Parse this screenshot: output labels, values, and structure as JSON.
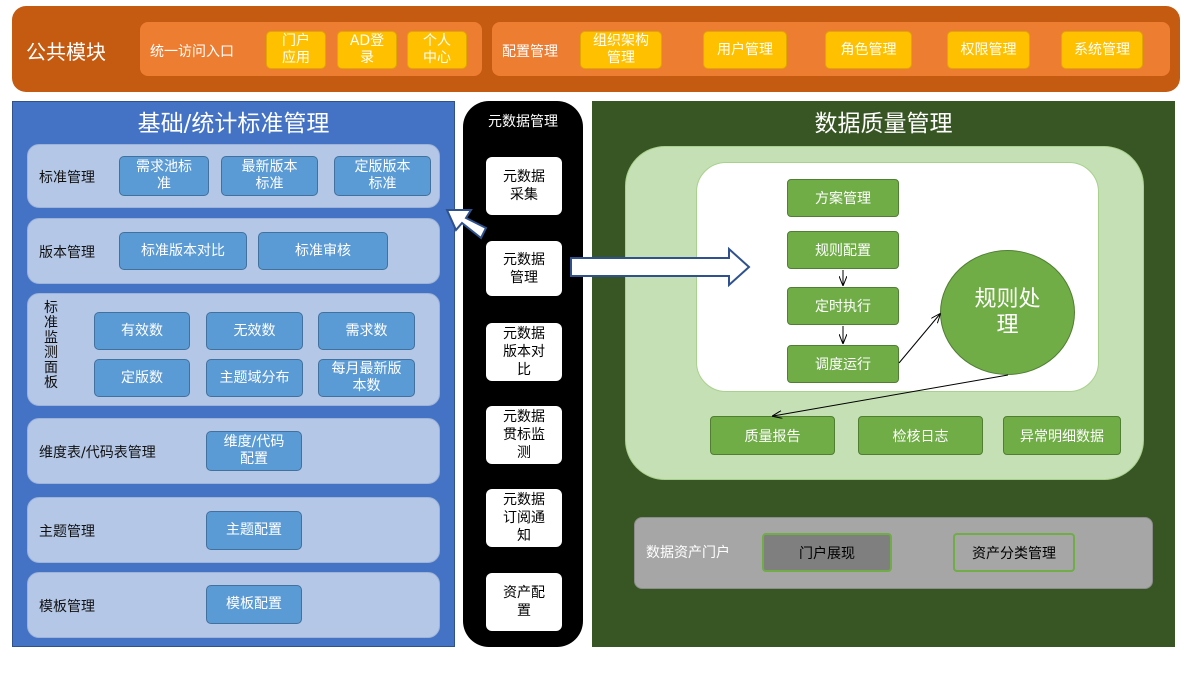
{
  "public_module": {
    "title": "公共模块",
    "access": {
      "label": "统一访问入口",
      "buttons": [
        "门户\n应用",
        "AD登\n录",
        "个人\n中心"
      ]
    },
    "config": {
      "label": "配置管理",
      "buttons": [
        "组织架构\n管理",
        "用户管理",
        "角色管理",
        "权限管理",
        "系统管理"
      ]
    }
  },
  "standards": {
    "title": "基础/统计标准管理",
    "rows": [
      {
        "label": "标准管理",
        "buttons": [
          "需求池标\n准",
          "最新版本\n标准",
          "定版版本\n标准"
        ]
      },
      {
        "label": "版本管理",
        "buttons": [
          "标准版本对比",
          "标准审核"
        ]
      },
      {
        "label": "标\n准\n监\n测\n面\n板",
        "buttons": [
          "有效数",
          "无效数",
          "需求数",
          "定版数",
          "主题域分布",
          "每月最新版\n本数"
        ]
      },
      {
        "label": "维度表/代码表管理",
        "buttons": [
          "维度/代码\n配置"
        ]
      },
      {
        "label": "主题管理",
        "buttons": [
          "主题配置"
        ]
      },
      {
        "label": "模板管理",
        "buttons": [
          "模板配置"
        ]
      }
    ]
  },
  "metadata": {
    "title": "元数据管理",
    "items": [
      "元数据\n采集",
      "元数据\n管理",
      "元数据\n版本对\n比",
      "元数据\n贯标监\n测",
      "元数据\n订阅通\n知",
      "资产配\n置"
    ]
  },
  "quality": {
    "title": "数据质量管理",
    "flow": [
      "方案管理",
      "规则配置",
      "定时执行",
      "调度运行"
    ],
    "rule_processing": "规则处\n理",
    "outputs": [
      "质量报告",
      "检核日志",
      "异常明细数据"
    ]
  },
  "asset_portal": {
    "label": "数据资产门户",
    "buttons": [
      "门户展现",
      "资产分类管理"
    ]
  }
}
